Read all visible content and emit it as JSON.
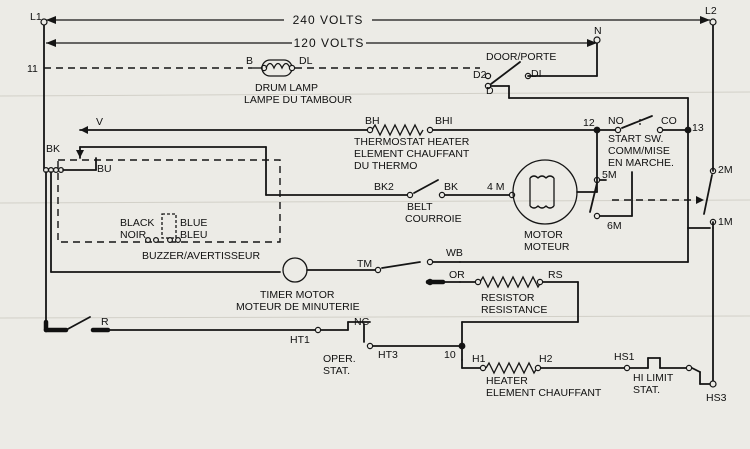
{
  "diagram": {
    "colors": {
      "paper": "#ecebe6",
      "ink": "#151515"
    },
    "voltage": {
      "v240": "240 VOLTS",
      "v120": "120 VOLTS"
    },
    "terminals": {
      "l1": "L1",
      "l2": "L2",
      "n": "N",
      "t11": "11",
      "t12": "12",
      "t13": "13",
      "bk": "BK",
      "v": "V",
      "bu": "BU",
      "r": "R",
      "wb": "WB",
      "or": "OR",
      "tm": "TM",
      "ht1": "HT1",
      "ht3": "HT3",
      "nc": "NC",
      "t10": "10",
      "h1": "H1",
      "h2": "H2",
      "hs1": "HS1",
      "hs3": "HS3",
      "rs": "RS",
      "bh": "BH",
      "bh1": "BHI",
      "bk2": "BK2",
      "bk_switch": "BK",
      "m4": "4 M",
      "m5": "5M",
      "m6": "6M",
      "m2": "2M",
      "m1": "1M",
      "no": "NO",
      "co": "CO",
      "b": "B",
      "dl": "DL",
      "d2": "D2",
      "di": "DI",
      "d": "D"
    },
    "labels": {
      "drum_lamp_1": "DRUM LAMP",
      "drum_lamp_2": "LAMPE DU TAMBOUR",
      "door_1": "DOOR/PORTE",
      "thermostat_1": "THERMOSTAT HEATER",
      "thermostat_2": "ELEMENT CHAUFFANT",
      "thermostat_3": "DU THERMO",
      "belt_1": "BELT",
      "belt_2": "COURROIE",
      "motor_1": "MOTOR",
      "motor_2": "MOTEUR",
      "start_1": "START SW.",
      "start_2": "COMM/MISE",
      "start_3": "EN MARCHE.",
      "black_1": "BLACK",
      "black_2": "NOIR",
      "blue_1": "BLUE",
      "blue_2": "BLEU",
      "buzzer": "BUZZER/AVERTISSEUR",
      "timer_1": "TIMER MOTOR",
      "timer_2": "MOTEUR DE MINUTERIE",
      "resistor_1": "RESISTOR",
      "resistor_2": "RESISTANCE",
      "oper_1": "OPER.",
      "oper_2": "STAT.",
      "heater_1": "HEATER",
      "heater_2": "ELEMENT CHAUFFANT",
      "hilimit_1": "HI LIMIT",
      "hilimit_2": "STAT."
    }
  }
}
